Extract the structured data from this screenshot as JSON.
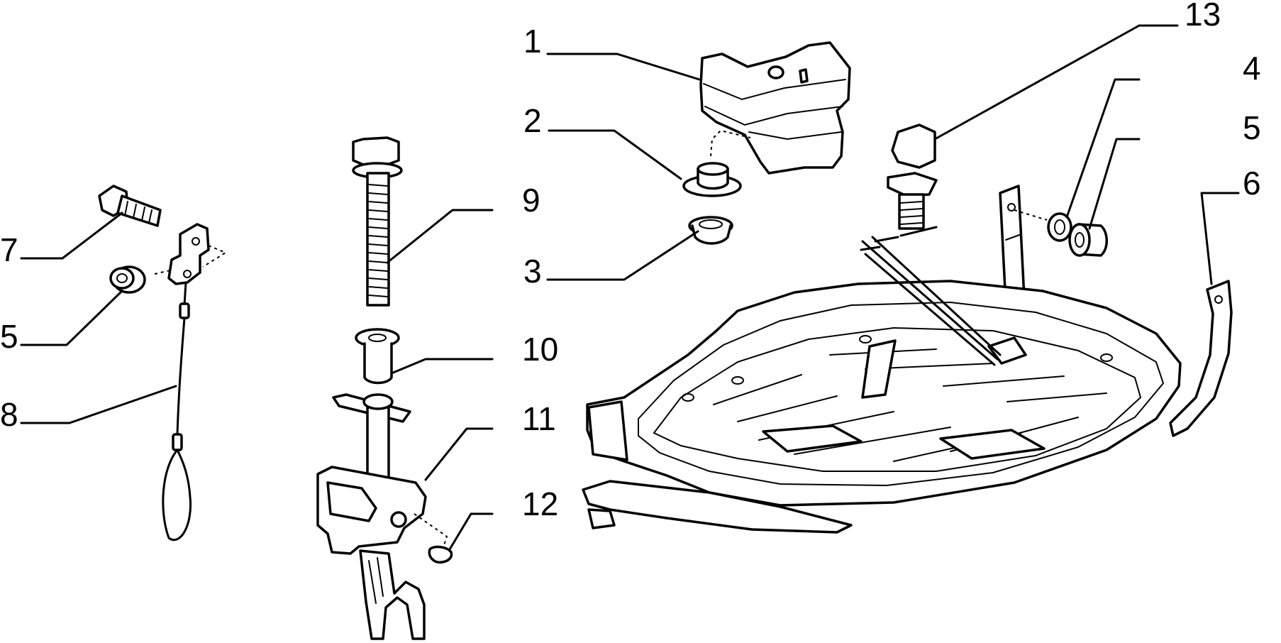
{
  "callouts": {
    "c1": "1",
    "c2": "2",
    "c3": "3",
    "c4": "4",
    "c5_right": "5",
    "c5_left": "5",
    "c6": "6",
    "c7": "7",
    "c8": "8",
    "c9": "9",
    "c10": "10",
    "c11": "11",
    "c12": "12",
    "c13": "13"
  }
}
